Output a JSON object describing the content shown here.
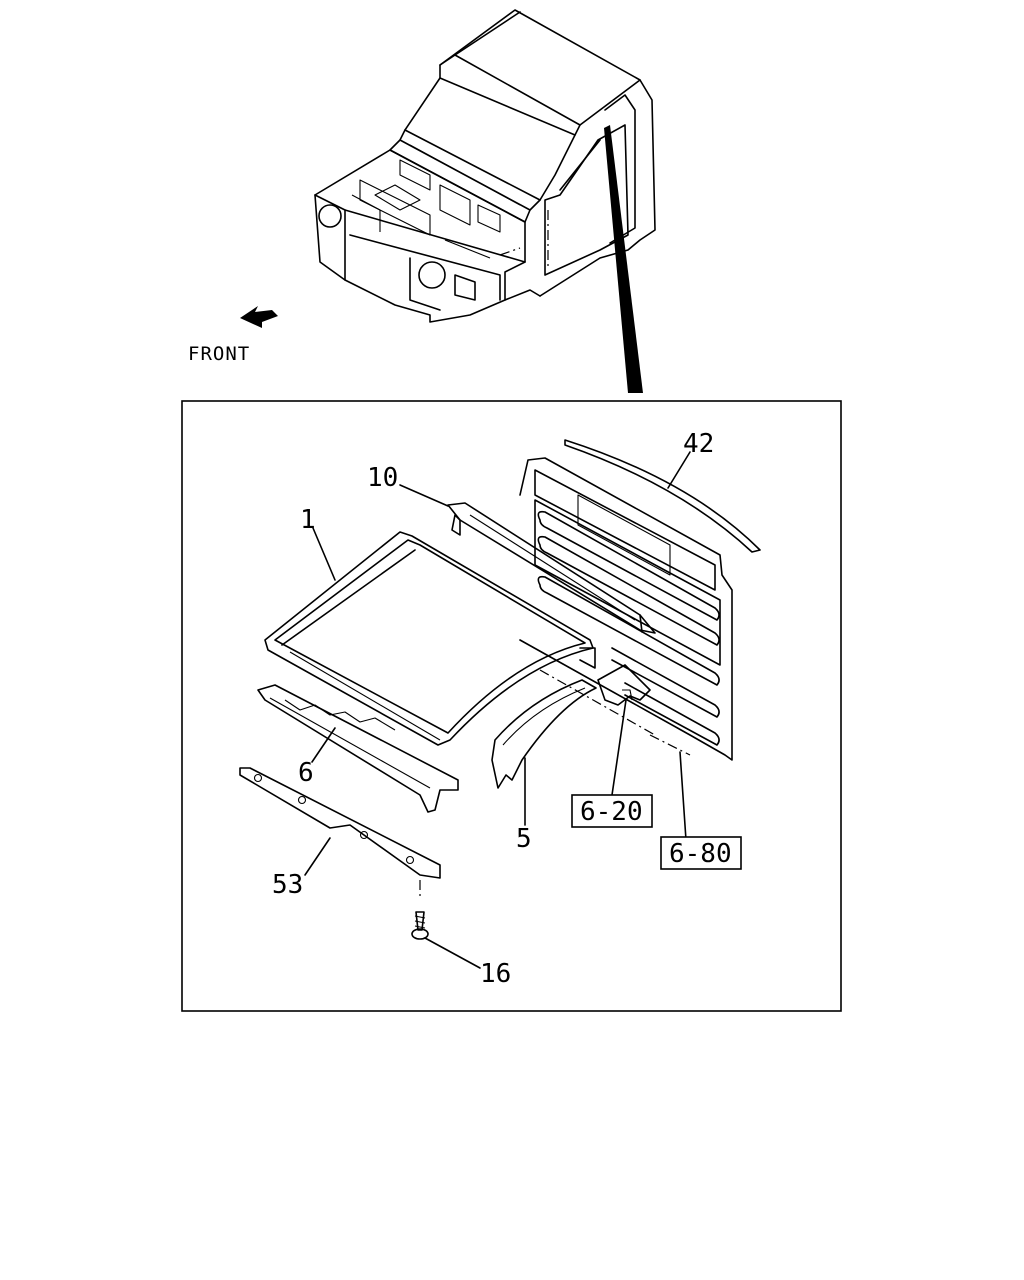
{
  "orientation": {
    "label": "FRONT",
    "icon": "arrow-front-icon"
  },
  "parts": [
    {
      "ref": "42"
    },
    {
      "ref": "10"
    },
    {
      "ref": "1"
    },
    {
      "ref": "6"
    },
    {
      "ref": "5"
    },
    {
      "ref": "53"
    },
    {
      "ref": "16"
    }
  ],
  "references": [
    {
      "ref": "6-20"
    },
    {
      "ref": "6-80"
    }
  ]
}
